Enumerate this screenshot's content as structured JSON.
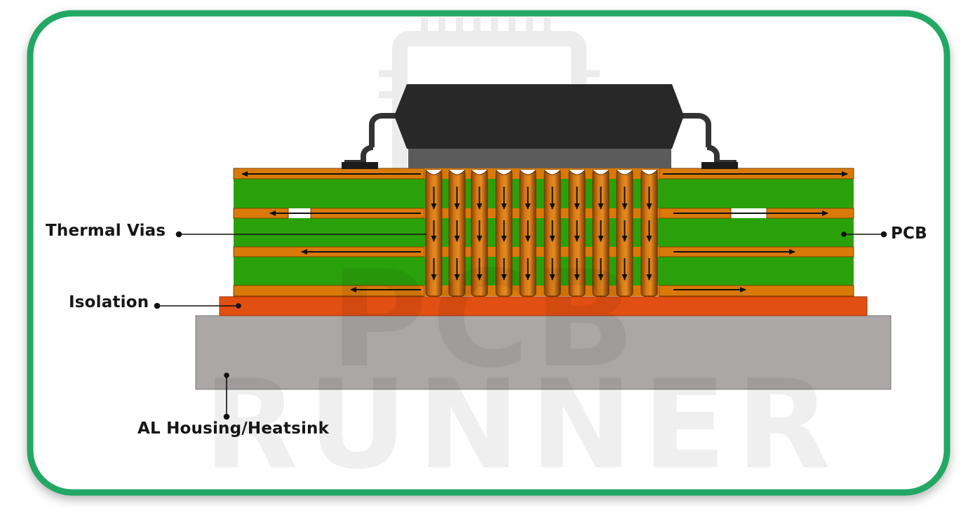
{
  "watermark": {
    "line1": "PCB",
    "line2": "RUNNER"
  },
  "labels": {
    "thermal_vias": "Thermal Vias",
    "pcb": "PCB",
    "isolation": "Isolation",
    "housing": "AL Housing/Heatsink"
  },
  "colors": {
    "frame_border": "#24a864",
    "copper": "#d97a08",
    "fr4_green": "#2aa10a",
    "via_copper": "#c46a0e",
    "isolation": "#e14f12",
    "heatsink": "#aaa6a5",
    "chip_body": "#282828",
    "arrow": "#111111"
  }
}
